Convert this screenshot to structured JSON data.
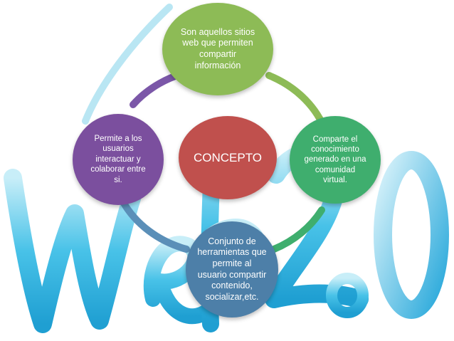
{
  "colors": {
    "top": "#8dbb56",
    "right": "#3fae6e",
    "bottom": "#4d7fa8",
    "left": "#7b4f9e",
    "center": "#c0504d",
    "ring_purple": "#7b57a8",
    "ring_green": "#8dbb56",
    "ring_blue": "#5b8fb8",
    "web_text": "#2fb6e0"
  },
  "diagram": {
    "center": "CONCEPTO",
    "top": "Son aquellos sitios\nweb que permiten\ncompartir\ninformación",
    "right": "Comparte el\nconocimiento\ngenerado en una\ncomunidad\nvirtual.",
    "bottom": "Conjunto de\nherramientas que\npermite al\nusuario compartir\ncontenido,\nsocializar,etc.",
    "left": "Permite a los\nusuarios\ninteractuar y\ncolaborar entre\nsi."
  }
}
